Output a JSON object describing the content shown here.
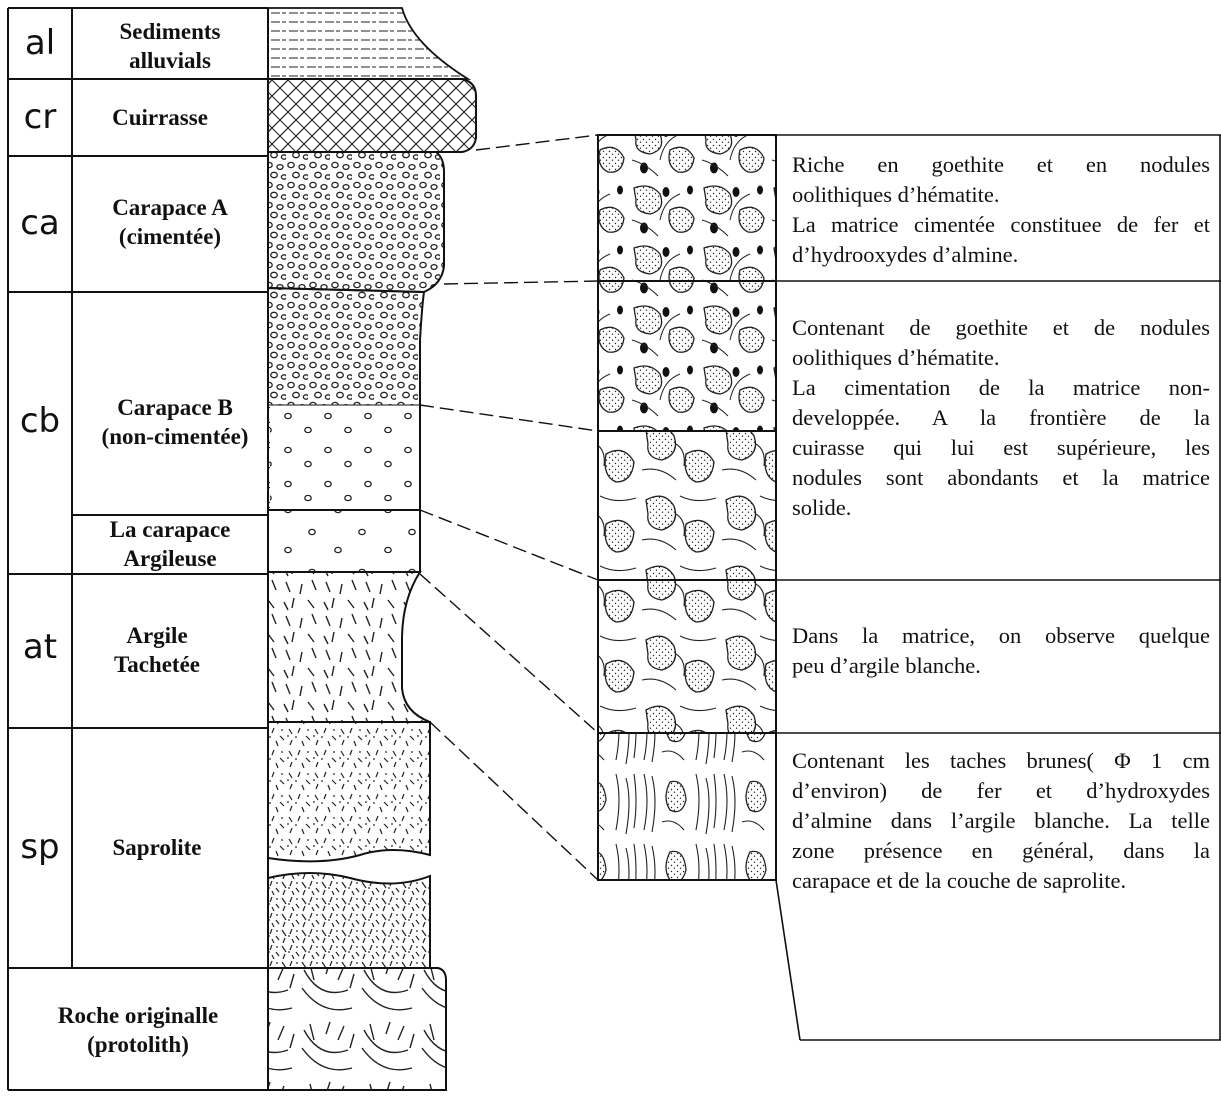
{
  "layers": [
    {
      "abbr": "al",
      "name": "Sediments\nalluvials"
    },
    {
      "abbr": "cr",
      "name": "Cuirrasse"
    },
    {
      "abbr": "ca",
      "name": "Carapace A\n(cimentée)"
    },
    {
      "abbr": "cb",
      "name": "Carapace B\n(non-cimentée)"
    },
    {
      "abbr": "",
      "name": "La carapace\nArgileuse"
    },
    {
      "abbr": "at",
      "name": "Argile\nTachetée"
    },
    {
      "abbr": "sp",
      "name": "Saprolite"
    },
    {
      "abbr": "",
      "name": "Roche originalle\n(protolith)"
    }
  ],
  "descriptions": [
    {
      "lines": [
        "Riche en goethite et en nodules",
        "oolithiques d’hématite.",
        "La matrice cimentée constituee de fer et",
        "d’hydrooxydes d’almine."
      ]
    },
    {
      "lines": [
        "Contenant de goethite et de nodules",
        "oolithiques d’hématite.",
        "La cimentation de la matrice non-",
        "developpée.   A la frontière de la",
        "cuirasse qui lui est supérieure, les",
        "nodules sont abondants et la matrice",
        "solide."
      ]
    },
    {
      "lines": [
        "Dans la matrice, on observe quelque",
        "peu d’argile blanche."
      ]
    },
    {
      "lines": [
        "Contenant les taches brunes( Φ 1 cm",
        "d’environ)  de fer et d’hydroxydes",
        "d’almine dans l’argile blanche. La telle",
        "zone présence en général, dans la",
        "carapace et de la couche de saprolite."
      ]
    }
  ]
}
